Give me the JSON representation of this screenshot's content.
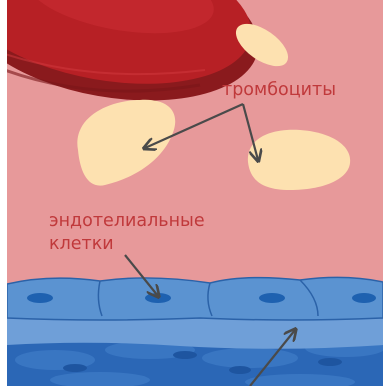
{
  "labels": {
    "platelets": "тромбоциты",
    "endothelial_line1": "эндотелиальные",
    "endothelial_line2": "клетки"
  },
  "colors": {
    "background": "#ffffff",
    "plasma": "#e7999a",
    "platelet": "#fde1b0",
    "red_blood_cell": "#b72025",
    "red_blood_cell_shade": "#8a1a1d",
    "endothelium": "#5b93d1",
    "endothelium_nucleus": "#1e61b0",
    "endothelium_outline": "#2b62a8",
    "basement_layer": "#6f9fd8",
    "deep_tissue": "#2b67b6",
    "label_text": "#c0393b",
    "arrow": "#4a4a4a"
  }
}
